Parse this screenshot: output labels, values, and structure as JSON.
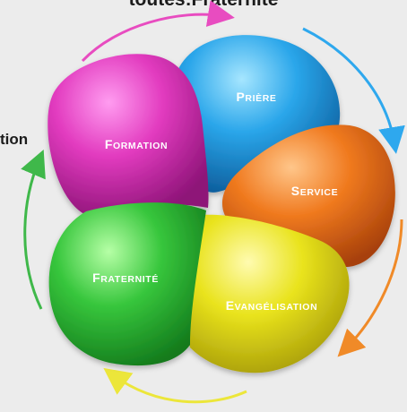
{
  "header": {
    "cropped_text": "toutes:Fraternité"
  },
  "side_label": "tion",
  "petals": [
    {
      "id": "priere",
      "label_first": "P",
      "label_rest": "RIÈRE",
      "color": "#2aa6ea"
    },
    {
      "id": "service",
      "label_first": "S",
      "label_rest": "ERVICE",
      "color": "#f07a1f"
    },
    {
      "id": "evangelisation",
      "label_first": "E",
      "label_rest": "VANGÉLISATION",
      "color": "#e9e31c"
    },
    {
      "id": "fraternite",
      "label_first": "F",
      "label_rest": "RATERNITÉ",
      "color": "#37c63c"
    },
    {
      "id": "formation",
      "label_first": "F",
      "label_rest": "ORMATION",
      "color": "#e03cbe"
    }
  ],
  "arrow_colors": {
    "top": "#e84cc0",
    "right_top": "#2ea8ee",
    "right_bottom": "#f08a28",
    "bottom": "#ece63a",
    "left": "#3fb84a"
  }
}
